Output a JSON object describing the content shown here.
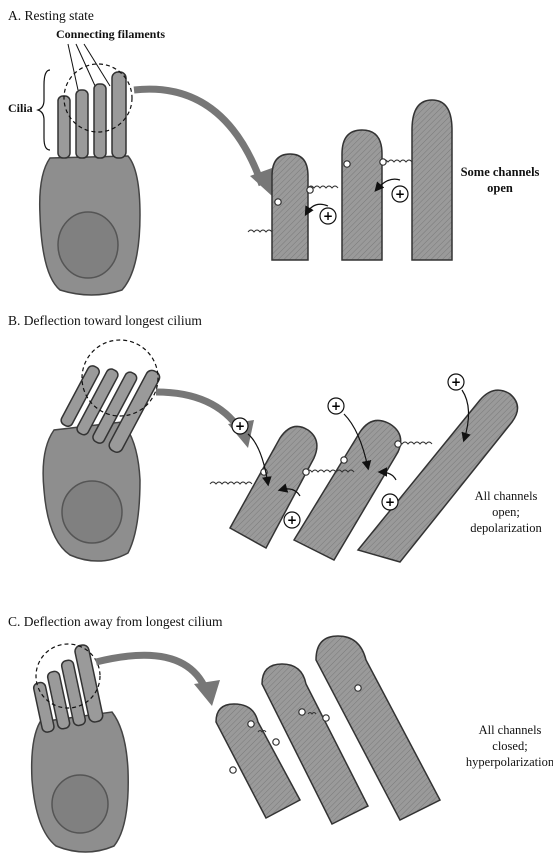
{
  "figure": {
    "panels": [
      {
        "id": "A",
        "title": "A. Resting state",
        "labels": {
          "connecting_filaments": "Connecting filaments",
          "cilia": "Cilia"
        },
        "state_text": [
          "Some channels",
          "open"
        ],
        "ion_symbol": "+"
      },
      {
        "id": "B",
        "title": "B. Deflection toward longest cilium",
        "state_text": [
          "All channels",
          "open;",
          "depolarization"
        ],
        "ion_symbol": "+"
      },
      {
        "id": "C",
        "title": "C. Deflection away from longest cilium",
        "state_text": [
          "All channels",
          "closed;",
          "hyperpolarization"
        ]
      }
    ]
  },
  "colors": {
    "cell_fill": "#8e8e8e",
    "cilium_fill": "#9a9a9a",
    "arrow_fill": "#777777",
    "ink": "#111111",
    "background": "#ffffff"
  }
}
